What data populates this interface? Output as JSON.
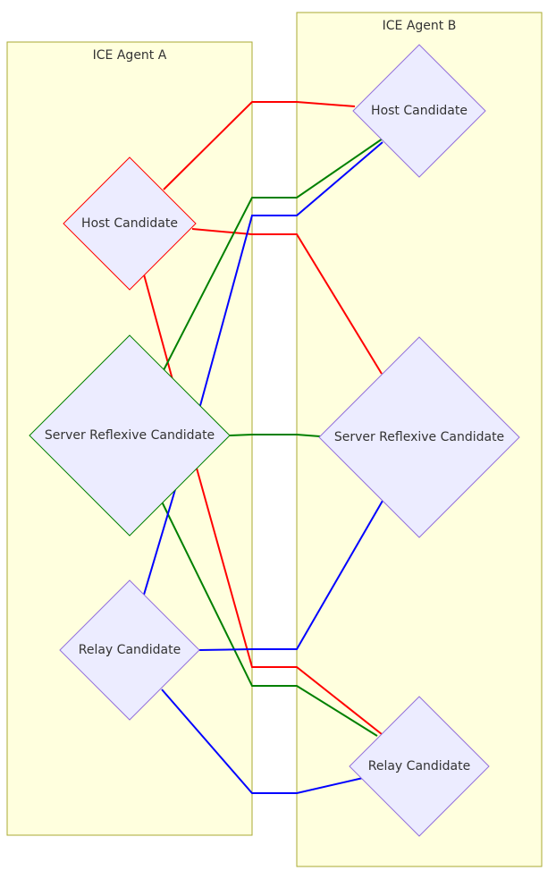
{
  "agent_a": {
    "title": "ICE Agent A",
    "host_label": "Host Candidate",
    "srflx_label": "Server Reflexive Candidate",
    "relay_label": "Relay Candidate"
  },
  "agent_b": {
    "title": "ICE Agent B",
    "host_label": "Host Candidate",
    "srflx_label": "Server Reflexive Candidate",
    "relay_label": "Relay Candidate"
  },
  "colors": {
    "host_pairs": "#ff0000",
    "srflx_pairs": "#008000",
    "relay_pairs": "#0000ff",
    "cluster_fill": "#ffffde",
    "node_fill": "#ececff"
  }
}
